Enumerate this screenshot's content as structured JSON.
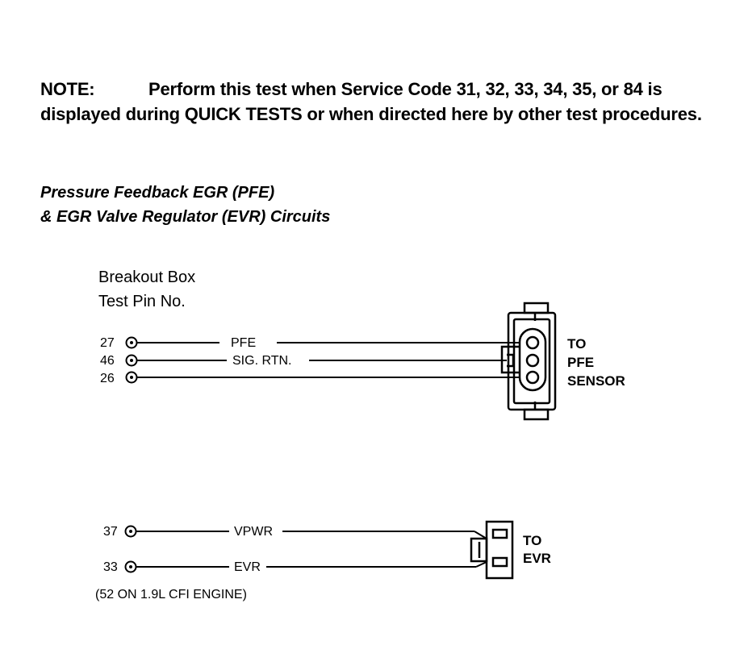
{
  "note": {
    "label": "NOTE:",
    "text": "Perform this test when Service Code 31, 32, 33, 34, 35, or 84 is displayed during QUICK TESTS or when directed here by other test procedures."
  },
  "heading": {
    "line1": "Pressure Feedback EGR (PFE)",
    "line2": "& EGR Valve Regulator (EVR) Circuits"
  },
  "breakout": {
    "line1": "Breakout Box",
    "line2": "Test Pin No."
  },
  "pfe_circuit": {
    "pins": [
      {
        "pin": "27",
        "signal": "PFE"
      },
      {
        "pin": "46",
        "signal": "SIG. RTN."
      },
      {
        "pin": "26",
        "signal": ""
      }
    ],
    "destination": [
      "TO",
      "PFE",
      "SENSOR"
    ]
  },
  "evr_circuit": {
    "pins": [
      {
        "pin": "37",
        "signal": "VPWR"
      },
      {
        "pin": "33",
        "signal": "EVR"
      }
    ],
    "destination": [
      "TO",
      "EVR"
    ],
    "footnote": "(52 ON 1.9L CFI ENGINE)"
  }
}
